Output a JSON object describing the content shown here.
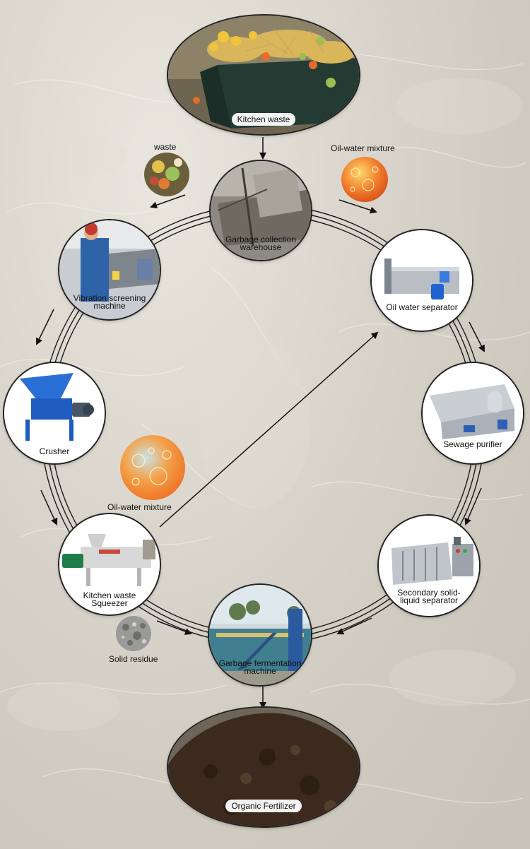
{
  "nodes": {
    "kitchen_waste": "Kitchen waste",
    "garbage_collection_line1": "Garbage collection",
    "garbage_collection_line2": "warehouse",
    "vibration_line1": "Vibration screening",
    "vibration_line2": "machine",
    "crusher": "Crusher",
    "squeezer_line1": "Kitchen waste",
    "squeezer_line2": "Squeezer",
    "fermentation_line1": "Garbage fermentation",
    "fermentation_line2": "machine",
    "oil_water_separator": "Oil water separator",
    "sewage_purifier": "Sewage purifier",
    "secondary_line1": "Secondary solid-",
    "secondary_line2": "liquid separator",
    "organic_fertilizer": "Organic Fertilizer"
  },
  "side_labels": {
    "waste": "waste",
    "oil_water_top": "Oil-water mixture",
    "oil_water_left": "Oil-water mixture",
    "solid_residue": "Solid residue"
  },
  "colors": {
    "ring": "#1a1a1a",
    "arrow": "#111111",
    "oil_orange": "#f07a2a",
    "machine_blue": "#2a6fd6",
    "soil_brown": "#3b2a1d"
  }
}
